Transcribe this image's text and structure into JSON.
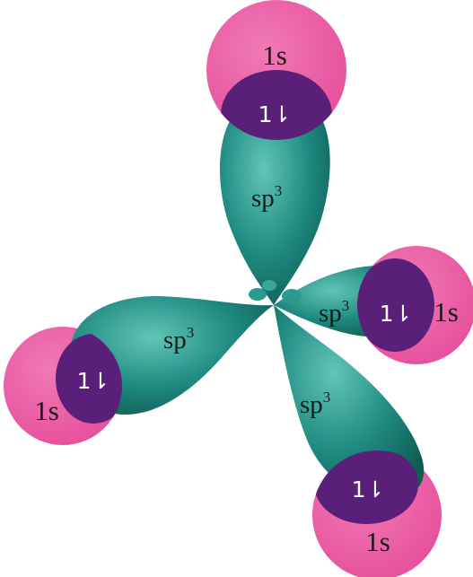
{
  "colors": {
    "background": "#ffffff",
    "s_orbital": "#e64c9a",
    "overlap": "#5a1f78",
    "sp3_lobe": "#1e8a80",
    "sp3_lobe_highlight": "#62c5b7",
    "sp3_lobe_shadow": "#0f5a52",
    "text": "#1a1a1a",
    "arrow_text": "#ffffff"
  },
  "labels": {
    "s_label": "1s",
    "sp3_base": "sp",
    "sp3_exp": "3",
    "pair_arrows": "1⇂"
  },
  "bonds": [
    {
      "name": "top",
      "s": "1s",
      "hybrid": "sp3",
      "electrons": "1⇂"
    },
    {
      "name": "right",
      "s": "1s",
      "hybrid": "sp3",
      "electrons": "1⇂"
    },
    {
      "name": "left",
      "s": "1s",
      "hybrid": "sp3",
      "electrons": "1⇂"
    },
    {
      "name": "bottom",
      "s": "1s",
      "hybrid": "sp3",
      "electrons": "1⇂"
    }
  ]
}
